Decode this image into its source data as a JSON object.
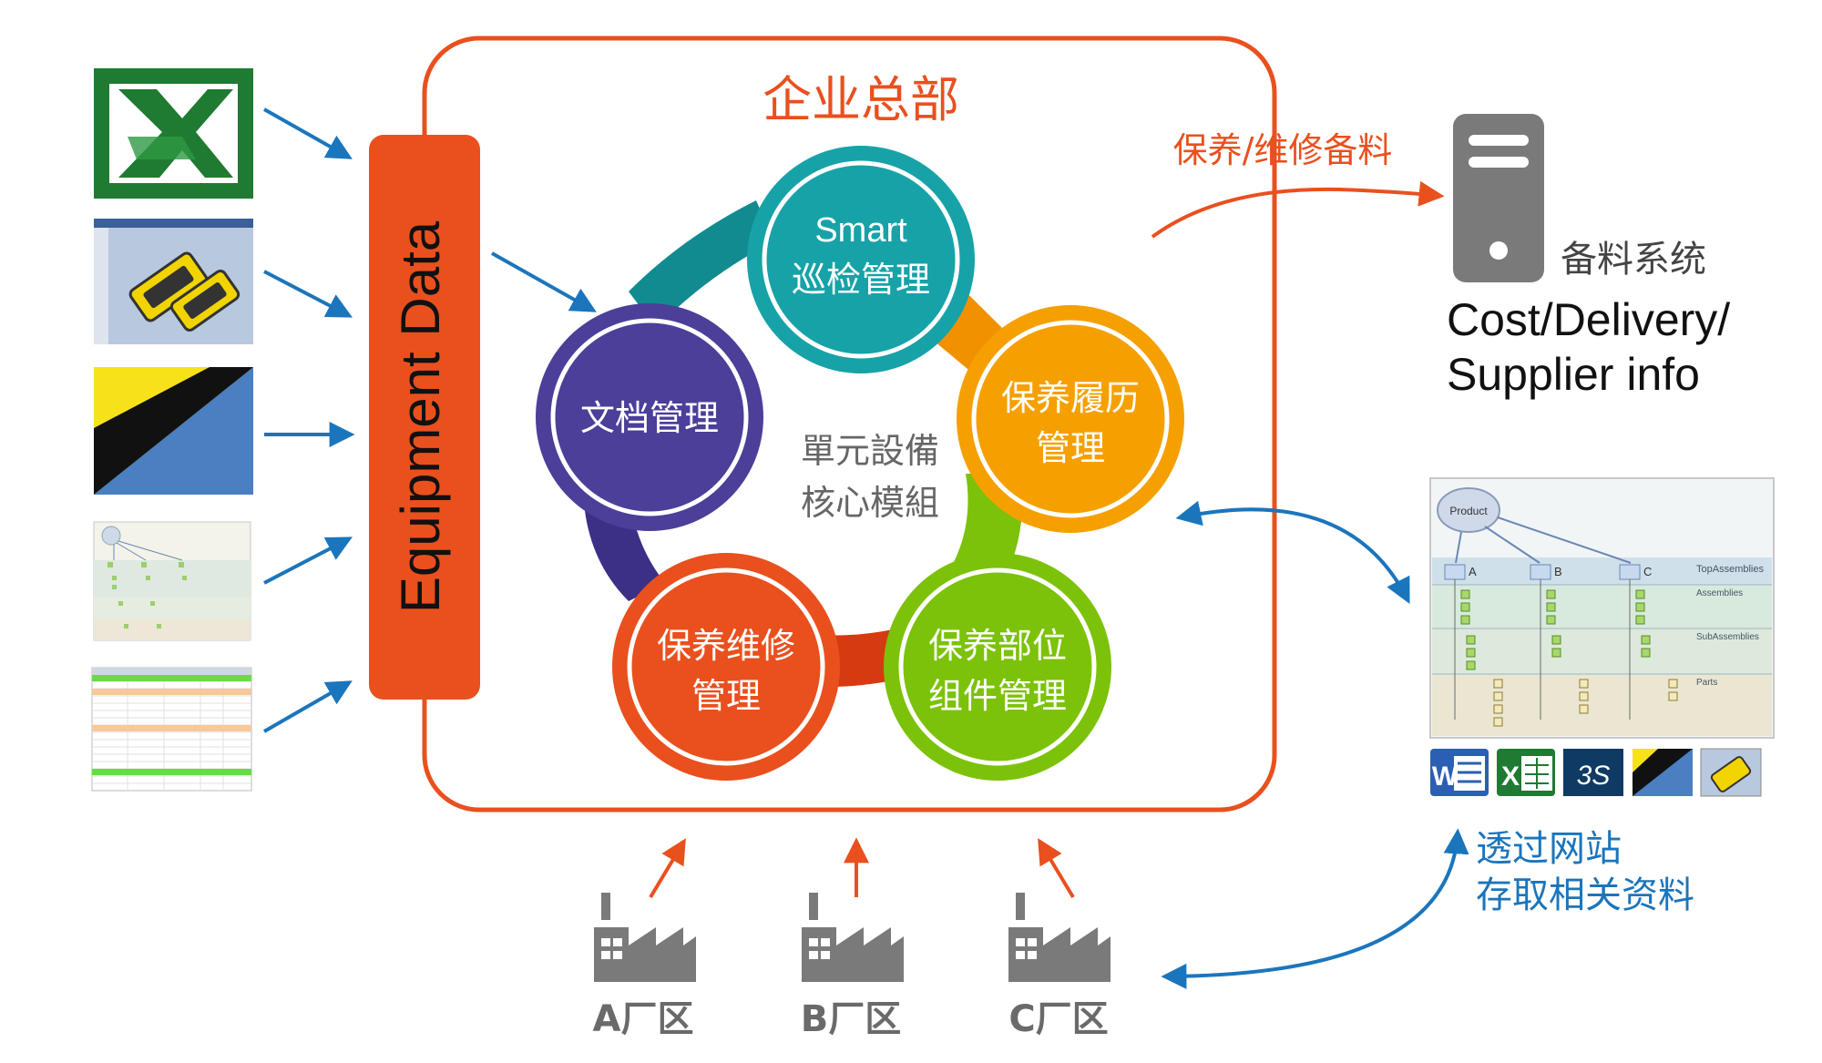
{
  "headquarters": {
    "title": "企业总部"
  },
  "equipment_data": {
    "label": "Equipment Data"
  },
  "center": {
    "line1": "單元設備",
    "line2": "核心模組"
  },
  "modules": {
    "smart": {
      "line1": "Smart",
      "line2": "巡检管理",
      "color": "#17a2a8"
    },
    "history": {
      "line1": "保养履历",
      "line2": "管理",
      "color": "#f5a000"
    },
    "parts": {
      "line1": "保养部位",
      "line2": "组件管理",
      "color": "#7cc20a"
    },
    "maintenance": {
      "line1": "保养维修",
      "line2": "管理",
      "color": "#e9501e"
    },
    "documents": {
      "line1": "文档管理",
      "color": "#4b3f99"
    }
  },
  "spare_parts": {
    "flow_label": "保养/维修备料",
    "system_label": "备料系统",
    "info_line1": "Cost/Delivery/",
    "info_line2": "Supplier info"
  },
  "tree_panel": {
    "root": "Product",
    "nodes": [
      "A",
      "B",
      "C"
    ],
    "levels": [
      "TopAssemblies",
      "Assemblies",
      "SubAssemblies",
      "Parts"
    ]
  },
  "file_icons": [
    "word-icon",
    "excel-icon",
    "3ds-icon",
    "flag-icon",
    "cad-icon"
  ],
  "web_access": {
    "line1": "透过网站",
    "line2": "存取相关资料"
  },
  "factories": [
    {
      "label": "A厂区"
    },
    {
      "label": "B厂区"
    },
    {
      "label": "C厂区"
    }
  ],
  "colors": {
    "orange": "#e9501e",
    "blue": "#1b75bc",
    "gray": "#7a7a7a",
    "frame": "#e9501e"
  }
}
